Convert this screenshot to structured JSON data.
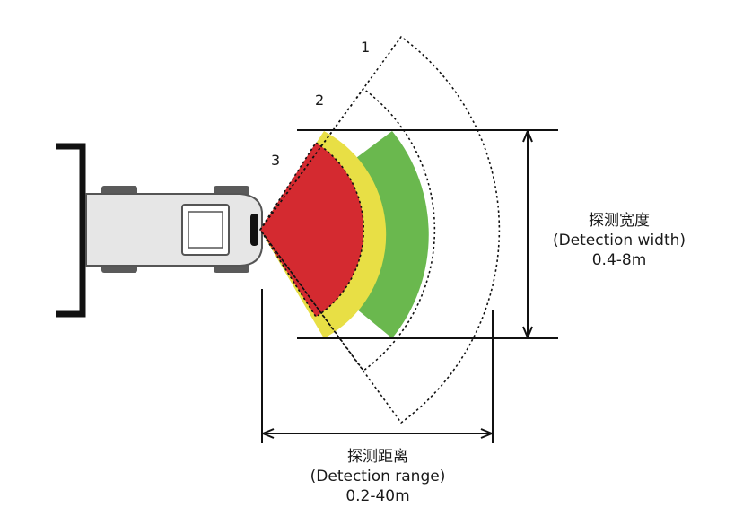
{
  "zones": [
    {
      "number": "1",
      "color": "#6ab84e"
    },
    {
      "number": "2",
      "color": "#e8df45"
    },
    {
      "number": "3",
      "color": "#d42a30"
    }
  ],
  "width_label": {
    "title": "探测宽度",
    "subtitle": "(Detection width)",
    "value": "0.4-8m"
  },
  "range_label": {
    "title": "探测距离",
    "subtitle": "(Detection range)",
    "value": "0.2-40m"
  },
  "colors": {
    "vehicle_body": "#e6e6e6",
    "vehicle_outline": "#555555",
    "tires": "#5a5a5a",
    "forks": "#111111",
    "sensor": "#111111"
  }
}
